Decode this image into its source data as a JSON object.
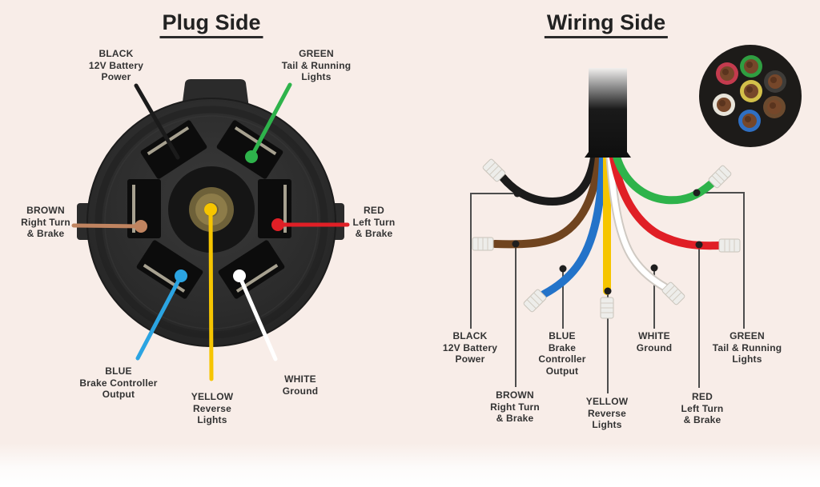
{
  "plug_side": {
    "title": "Plug Side",
    "labels": {
      "black": {
        "lines": [
          "BLACK",
          "12V Battery",
          "Power"
        ]
      },
      "green": {
        "lines": [
          "GREEN",
          "Tail & Running",
          "Lights"
        ]
      },
      "brown": {
        "lines": [
          "BROWN",
          "Right Turn",
          "& Brake"
        ]
      },
      "red": {
        "lines": [
          "RED",
          "Left Turn",
          "& Brake"
        ]
      },
      "blue": {
        "lines": [
          "BLUE",
          "Brake Controller",
          "Output"
        ]
      },
      "yellow": {
        "lines": [
          "YELLOW",
          "Reverse",
          "Lights"
        ]
      },
      "white": {
        "lines": [
          "WHITE",
          "Ground"
        ]
      }
    }
  },
  "wiring_side": {
    "title": "Wiring Side",
    "labels": {
      "black": {
        "lines": [
          "BLACK",
          "12V Battery",
          "Power"
        ]
      },
      "brown": {
        "lines": [
          "BROWN",
          "Right Turn",
          "& Brake"
        ]
      },
      "blue": {
        "lines": [
          "BLUE",
          "Brake",
          "Controller",
          "Output"
        ]
      },
      "yellow": {
        "lines": [
          "YELLOW",
          "Reverse",
          "Lights"
        ]
      },
      "white": {
        "lines": [
          "WHITE",
          "Ground"
        ]
      },
      "red": {
        "lines": [
          "RED",
          "Left Turn",
          "& Brake"
        ]
      },
      "green": {
        "lines": [
          "GREEN",
          "Tail & Running",
          "Lights"
        ]
      }
    }
  },
  "colors": {
    "background": "#f8ede8",
    "text": "#333333",
    "black": "#1b1b1b",
    "green": "#2eb34b",
    "brown_plug": "#c08460",
    "brown_harness": "#70441f",
    "red": "#e01f26",
    "yellow": "#f6c500",
    "blue_plug": "#2ba4e2",
    "blue_harness": "#2373c9",
    "white": "#ffffff",
    "leader": "#4d4d4d",
    "plug_body": "#2b2b2b",
    "slot": "#0c0c0c",
    "pin_strip": "#b8b19e",
    "brass": "#8d7c49",
    "terminal": "#ededea"
  }
}
